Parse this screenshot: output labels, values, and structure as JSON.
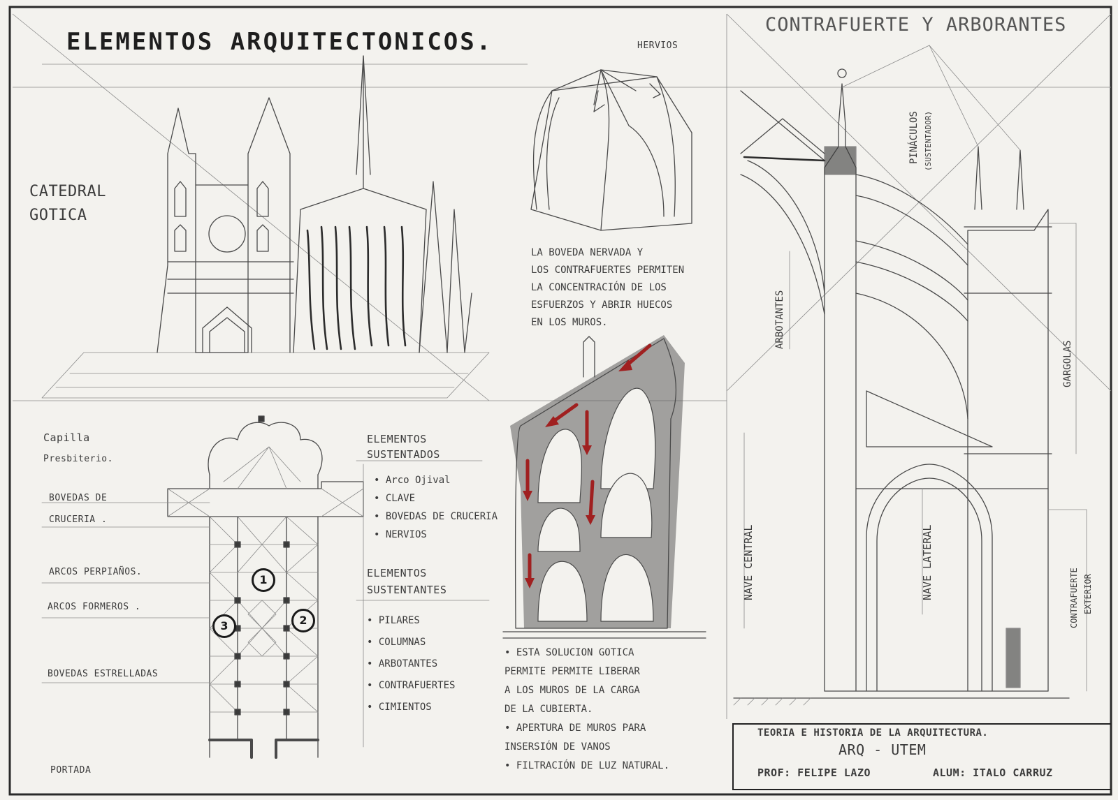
{
  "title": "ELEMENTOS ARQUITECTONICOS.",
  "section_title": "CONTRAFUERTE Y ARBORANTES",
  "cathedral_label": [
    "CATEDRAL",
    "GOTICA"
  ],
  "vault_label": "HERVIOS",
  "vault_note": [
    "LA BOVEDA NERVADA Y",
    "LOS CONTRAFUERTES PERMITEN",
    "LA CONCENTRACIÓN DE LOS",
    "ESFUERZOS Y ABRIR HUECOS",
    "EN LOS MUROS."
  ],
  "plan_labels": {
    "capilla": "Capilla",
    "presbiterio": "Presbiterio.",
    "bovedas_cruceria": [
      "BOVEDAS DE",
      "CRUCERIA ."
    ],
    "arcos_perpianos": "ARCOS PERPIAÑOS.",
    "arcos_formeros": "ARCOS FORMEROS .",
    "bovedas_estrelladas": "BOVEDAS ESTRELLADAS",
    "portada": "PORTADA",
    "markers": [
      "1",
      "2",
      "3"
    ]
  },
  "sustentados": {
    "heading": [
      "ELEMENTOS",
      "SUSTENTADOS"
    ],
    "items": [
      "Arco Ojival",
      "CLAVE",
      "BOVEDAS DE CRUCERIA",
      "NERVIOS"
    ]
  },
  "sustentantes": {
    "heading": [
      "ELEMENTOS",
      "SUSTENTANTES"
    ],
    "items": [
      "PILARES",
      "COLUMNAS",
      "ARBOTANTES",
      "CONTRAFUERTES",
      "CIMIENTOS"
    ]
  },
  "solution_note": [
    "• ESTA SOLUCION GOTICA",
    "PERMITE PERMITE LIBERAR",
    "A LOS MUROS DE LA CARGA",
    "DE LA CUBIERTA.",
    "• APERTURA DE MUROS PARA",
    "INSERSIÓN DE VANOS",
    "• FILTRACIÓN DE LUZ NATURAL."
  ],
  "section_labels": {
    "pinaculos": "PINÁCULOS",
    "sustentador": "(SUSTENTADOR)",
    "arbotantes": "ARBOTANTES",
    "gargolas": "GARGOLAS",
    "nave_central": "NAVE CENTRAL",
    "nave_lateral": "NAVE LATERAL",
    "contrafuerte": [
      "CONTRAFUERTE",
      "EXTERIOR"
    ]
  },
  "title_block": {
    "course": "TEORIA E HISTORIA DE LA ARQUITECTURA.",
    "school": "ARQ - UTEM",
    "prof": "PROF: FELIPE LAZO",
    "student": "ALUM: ITALO CARRUZ"
  },
  "colors": {
    "paper": "#f3f2ee",
    "graphite": "#4a4a4a",
    "arrows": "#a02020"
  }
}
